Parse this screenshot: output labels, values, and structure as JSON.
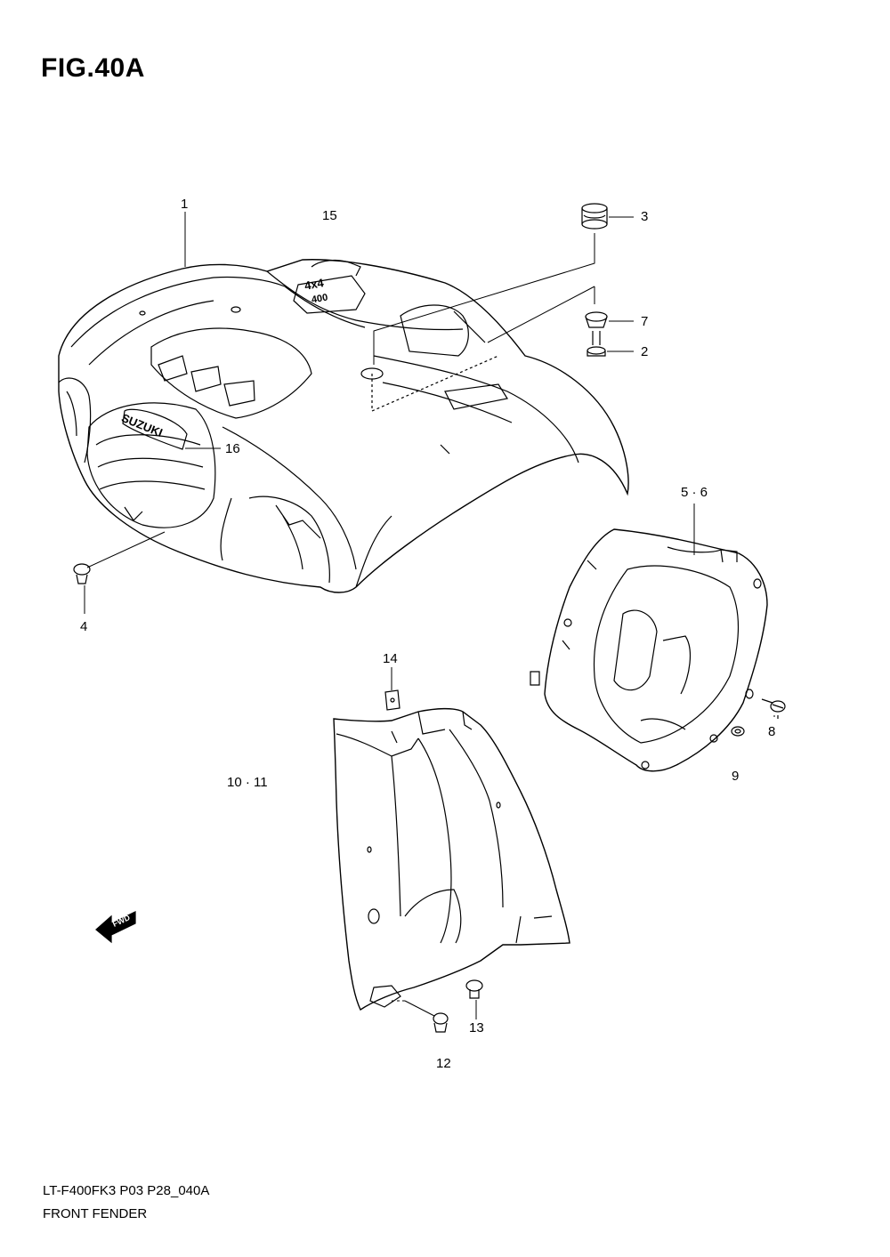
{
  "figure": {
    "title": "FIG.40A"
  },
  "callouts": {
    "c1": "1",
    "c15": "15",
    "c3": "3",
    "c7": "7",
    "c2": "2",
    "c16": "16",
    "c56": "5 · 6",
    "c4": "4",
    "c14": "14",
    "c1011": "10 · 11",
    "c8": "8",
    "c9": "9",
    "c13": "13",
    "c12": "12"
  },
  "emblems": {
    "brand": "SUZUKI",
    "badge_top": "4x4",
    "badge_bottom": "400",
    "fwd": "FWD"
  },
  "footer": {
    "code": "LT-F400FK3 P03 P28_040A",
    "name": "FRONT FENDER"
  },
  "colors": {
    "line": "#000000",
    "background": "#ffffff"
  }
}
